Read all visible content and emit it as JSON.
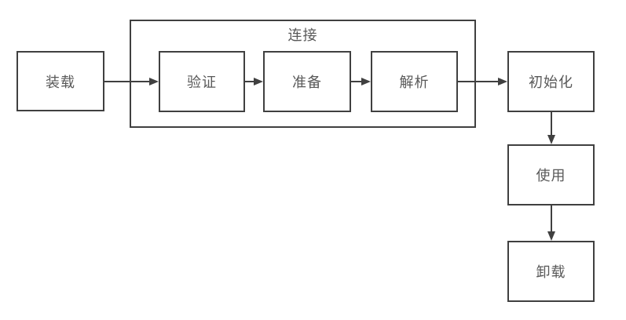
{
  "diagram": {
    "type": "flowchart",
    "group": {
      "label": "连接"
    },
    "nodes": {
      "load": {
        "label": "装载"
      },
      "verify": {
        "label": "验证"
      },
      "prepare": {
        "label": "准备"
      },
      "resolve": {
        "label": "解析"
      },
      "initialize": {
        "label": "初始化"
      },
      "use": {
        "label": "使用"
      },
      "unload": {
        "label": "卸载"
      }
    },
    "edges": [
      {
        "from": "load",
        "to": "verify"
      },
      {
        "from": "verify",
        "to": "prepare"
      },
      {
        "from": "prepare",
        "to": "resolve"
      },
      {
        "from": "resolve",
        "to": "initialize"
      },
      {
        "from": "initialize",
        "to": "use"
      },
      {
        "from": "use",
        "to": "unload"
      }
    ],
    "colors": {
      "border": "#404040",
      "text": "#595959",
      "background": "#ffffff"
    }
  }
}
